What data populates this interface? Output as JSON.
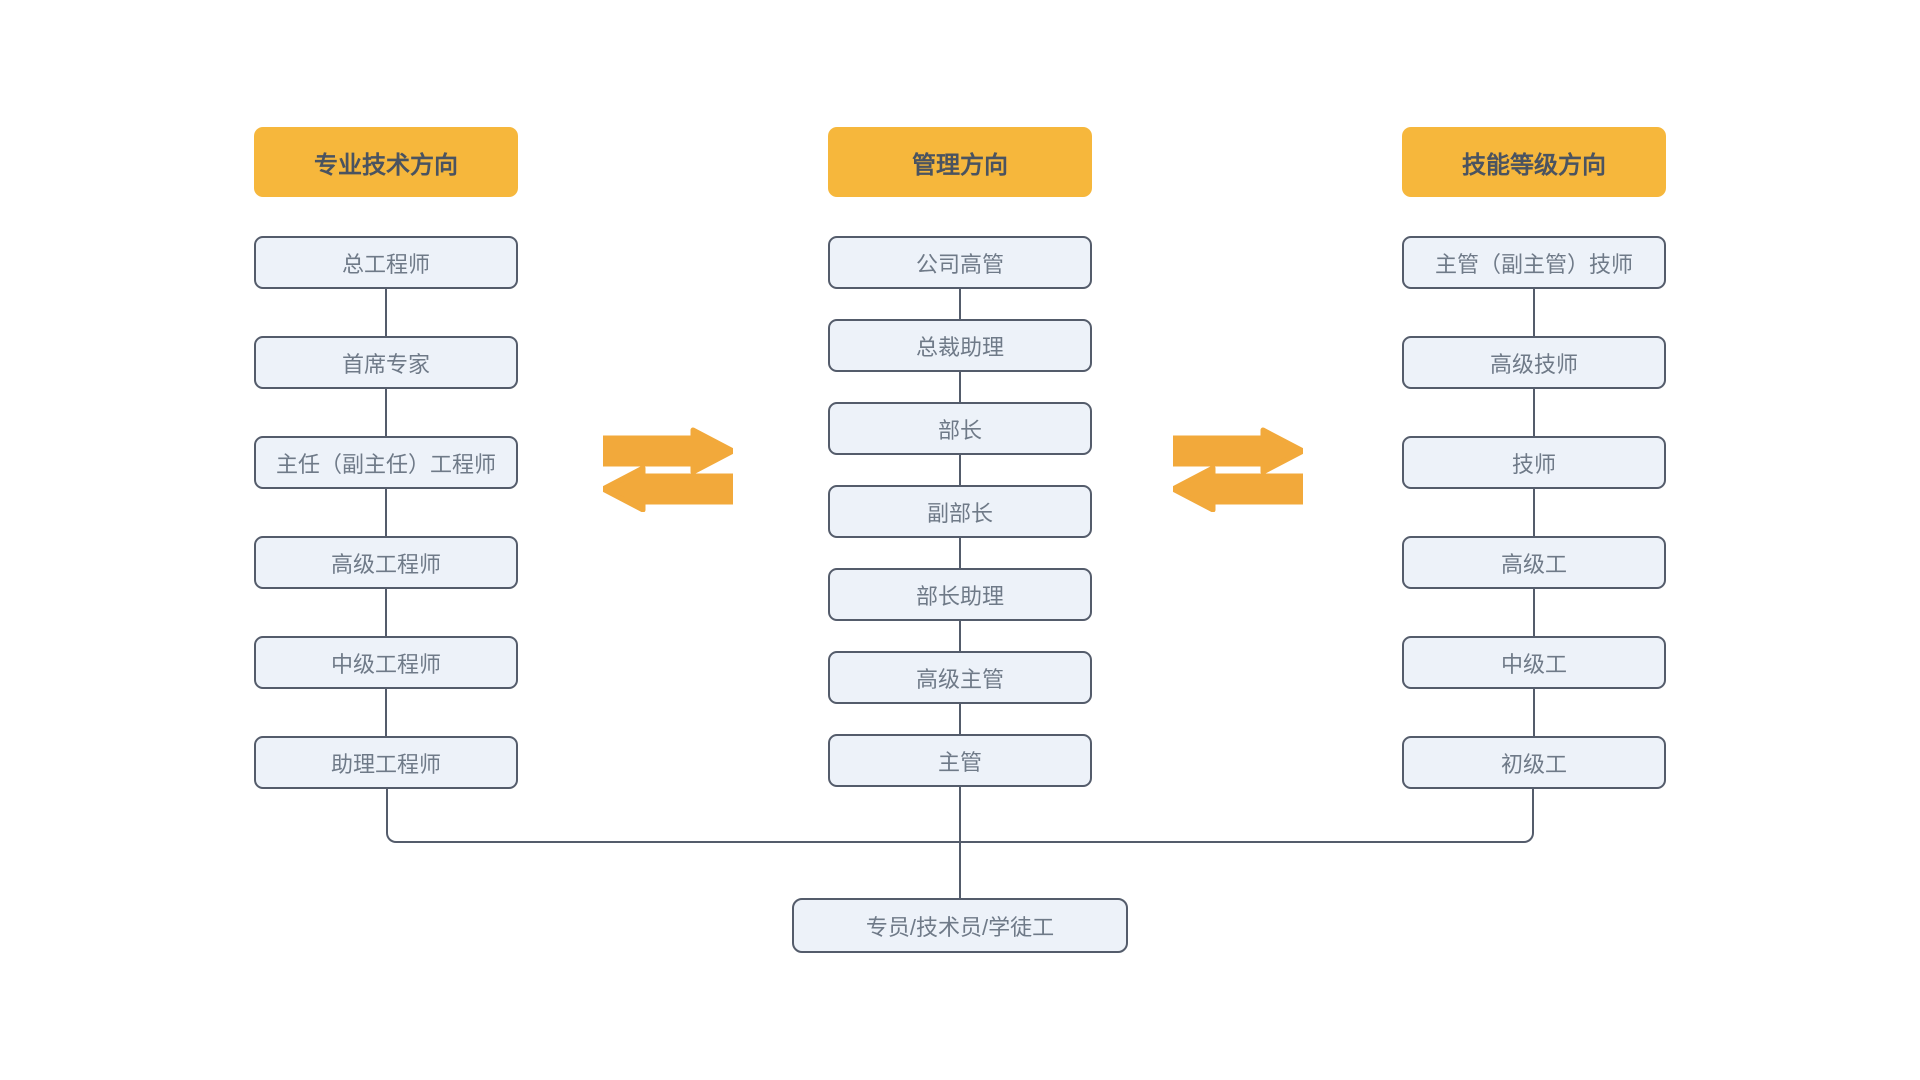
{
  "diagram": {
    "title": "career-ladder-dual-path-diagram",
    "columns": [
      {
        "id": "professional-technical",
        "header": "专业技术方向",
        "items": [
          "总工程师",
          "首席专家",
          "主任（副主任）工程师",
          "高级工程师",
          "中级工程师",
          "助理工程师"
        ]
      },
      {
        "id": "management",
        "header": "管理方向",
        "items": [
          "公司高管",
          "总裁助理",
          "部长",
          "副部长",
          "部长助理",
          "高级主管",
          "主管"
        ]
      },
      {
        "id": "skill-grade",
        "header": "技能等级方向",
        "items": [
          "主管（副主管）技师",
          "高级技师",
          "技师",
          "高级工",
          "中级工",
          "初级工"
        ]
      }
    ],
    "base_node": "专员/技术员/学徒工",
    "arrows": [
      {
        "id": "swap-arrows-left",
        "meaning": "bidirectional transfer between professional and management tracks"
      },
      {
        "id": "swap-arrows-right",
        "meaning": "bidirectional transfer between management and skill tracks"
      }
    ],
    "colors": {
      "header_bg": "#F6B73C",
      "header_text": "#4A5360",
      "node_bg": "#EDF2F9",
      "node_border": "#545C6B",
      "node_text": "#6F7A88",
      "line": "#545C6B",
      "arrow": "#F2A93B"
    }
  }
}
